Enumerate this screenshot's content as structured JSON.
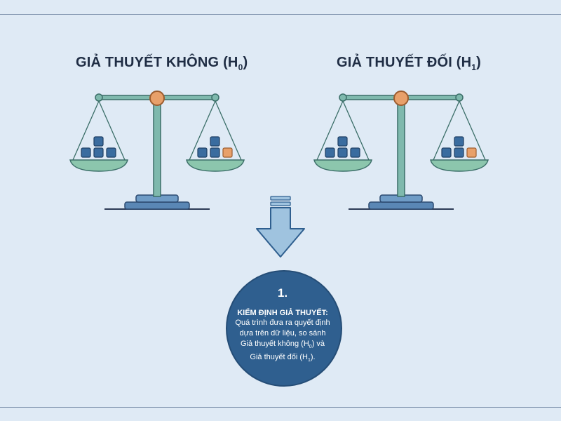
{
  "left_panel": {
    "title": "GIẢ THUYẾT KHÔNG (H",
    "subscript": "0",
    "suffix": ")"
  },
  "right_panel": {
    "title": "GIẢ THUYẾT ĐỐI (H",
    "subscript": "1",
    "suffix": ")"
  },
  "colors": {
    "background": "#dfeaf5",
    "beam": "#6aa8a0",
    "pan": "#8cc6ad",
    "base": "#5a87b5",
    "pivot": "#e8a06a",
    "block": "#3a6c9f",
    "highlight_block": "#e8a06a",
    "arrow": "#9fc3df",
    "circle": "#2f5f8f"
  },
  "circle": {
    "number": "1.",
    "heading": "KIỂM ĐỊNH GIẢ THUYẾT:",
    "line1": "Quá trình đưa ra quyết định",
    "line2": "dựa trên dữ liệu, so sánh",
    "line3_prefix": "Giả thuyết không (H",
    "line3_sub": "0",
    "line3_suffix": ") và",
    "line4_prefix": "Giả thuyết đối (H",
    "line4_sub": "1",
    "line4_suffix": ")."
  }
}
